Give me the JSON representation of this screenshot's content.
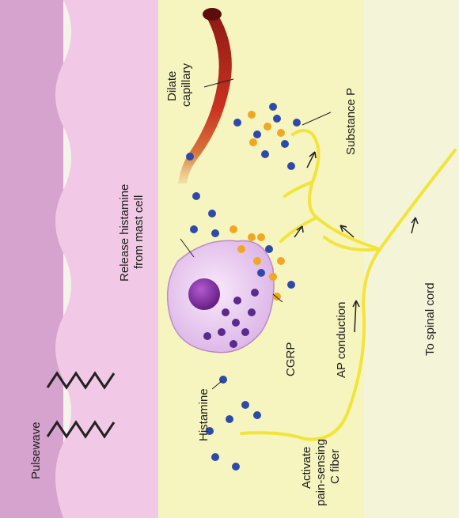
{
  "colors": {
    "skin_outer": "#d9a8d0",
    "skin_inner": "#f1c9e6",
    "tissue": "#f5f3b8",
    "nerve": "#f2e43a",
    "capillary": "#b52a1c",
    "blue_dot": "#2e4aa8",
    "orange_dot": "#f0a722",
    "purple_dot": "#5a2a8c",
    "mast_cell": "#e8c8ef",
    "nucleus": "#7a2a9a"
  },
  "labels": {
    "pulsewave": "Pulsewave",
    "histamine": "Histamine",
    "activate_line1": "Activate",
    "activate_line2": "pain-sensing",
    "activate_line3": "C fiber",
    "ap_conduction": "AP conduction",
    "to_spinal_cord": "To spinal cord",
    "cgrp": "CGRP",
    "release_line1": "Release histamine",
    "release_line2": "from mast cell",
    "dilate_line1": "Dilate",
    "dilate_line2": "capillary",
    "substance_p": "Substance P"
  }
}
